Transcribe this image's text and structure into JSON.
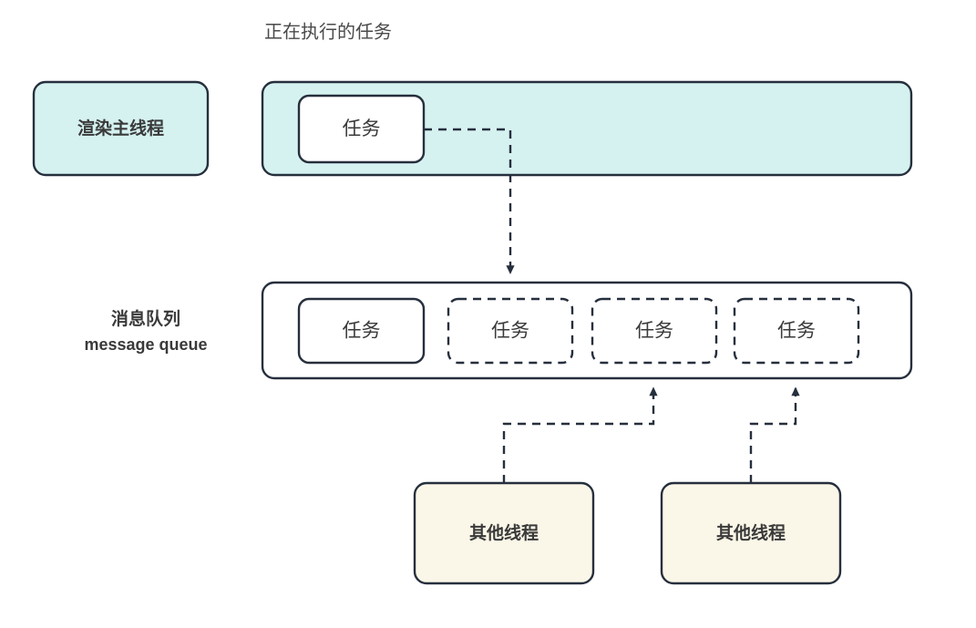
{
  "diagram": {
    "title": "正在执行的任务",
    "colors": {
      "stroke": "#262f3d",
      "main_thread_fill": "#d5f2f0",
      "task_fill": "#ffffff",
      "other_thread_fill": "#fbf7e8",
      "text": "#3a3a3a",
      "title_text": "#4a4a4a",
      "background": "#ffffff"
    },
    "rows": [
      {
        "name": "main-thread",
        "label": "渲染主线程",
        "track_label": "正在执行的任务",
        "tasks": [
          {
            "label": "任务",
            "style": "solid"
          }
        ]
      },
      {
        "name": "message-queue",
        "label_cn": "消息队列",
        "label_en": "message queue",
        "tasks": [
          {
            "label": "任务",
            "style": "solid"
          },
          {
            "label": "任务",
            "style": "dashed"
          },
          {
            "label": "任务",
            "style": "dashed"
          },
          {
            "label": "任务",
            "style": "dashed"
          }
        ]
      }
    ],
    "other_threads": [
      {
        "label": "其他线程"
      },
      {
        "label": "其他线程"
      }
    ],
    "connections": [
      {
        "from": "main-thread-task",
        "to": "message-queue-slot-2",
        "style": "dashed",
        "arrow": "down"
      },
      {
        "from": "other-thread-1",
        "to": "message-queue-slot-3",
        "style": "dashed",
        "arrow": "up"
      },
      {
        "from": "other-thread-2",
        "to": "message-queue-slot-4",
        "style": "dashed",
        "arrow": "up"
      }
    ]
  }
}
